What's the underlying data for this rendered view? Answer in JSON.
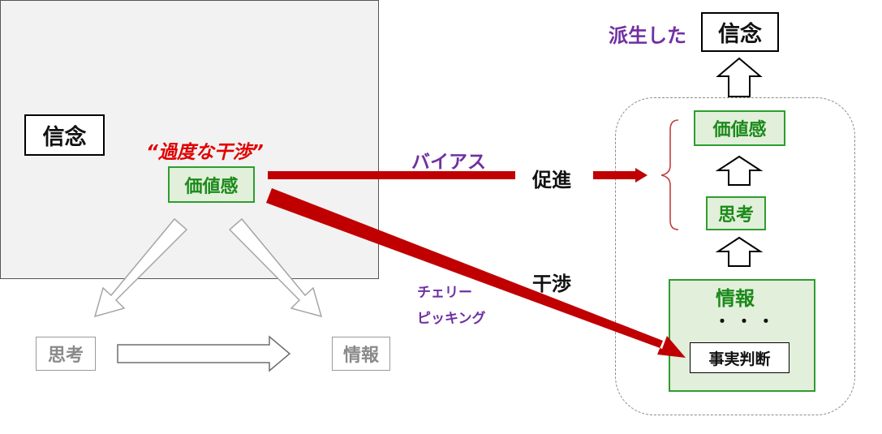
{
  "left_panel": {
    "belief_label": "信念",
    "interference_label": "“過度な干渉”",
    "value_label": "価値感",
    "thinking_label": "思考",
    "info_label": "情報"
  },
  "middle": {
    "bias_label": "バイアス",
    "promote_label": "促進",
    "interfere_label": "干渉",
    "cherry_line1": "チェリー",
    "cherry_line2": "ピッキング"
  },
  "right_panel": {
    "derived_label": "派生した",
    "belief_label": "信念",
    "value_label": "価値感",
    "thinking_label": "思考",
    "info_label": "情報",
    "dots": "・ ・ ・",
    "fact_label": "事実判断"
  },
  "colors": {
    "arrow_red": "#c00000",
    "accent_red": "#e00000",
    "purple": "#7030a0",
    "green": "#2e9d2e",
    "green_fill": "#e2efda",
    "gray": "#9a9a9a"
  }
}
